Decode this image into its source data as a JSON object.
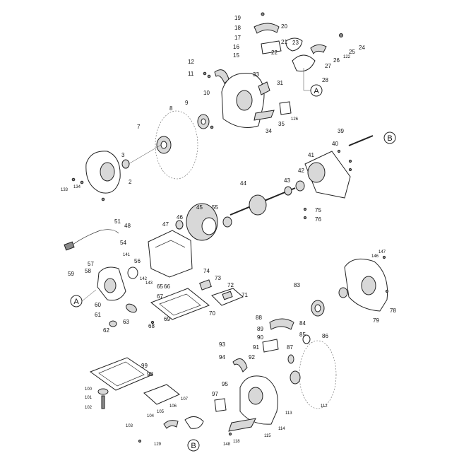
{
  "diagram": {
    "callouts": {
      "a_top": "A",
      "a_left": "A",
      "b_top": "B",
      "b_bottom": "B"
    },
    "labels": {
      "n1": "19",
      "n2": "20",
      "n3": "18",
      "n4": "17",
      "n5": "16",
      "n6": "15",
      "n7": "21",
      "n8": "22",
      "n9": "23",
      "n10": "24",
      "n11": "25",
      "n12": "122",
      "n13": "26",
      "n14": "27",
      "n15": "28",
      "n16": "12",
      "n17": "11",
      "n18": "10",
      "n19": "33",
      "n20": "31",
      "n21": "9",
      "n22": "8",
      "n23": "126",
      "n24": "34",
      "n25": "35",
      "n26": "7",
      "n27": "3",
      "n28": "2",
      "n29": "133",
      "n30": "134",
      "n31": "39",
      "n32": "40",
      "n33": "41",
      "n34": "42",
      "n35": "43",
      "n36": "44",
      "n37": "45",
      "n38": "55",
      "n39": "46",
      "n40": "47",
      "n41": "75",
      "n42": "76",
      "n43": "51",
      "n44": "48",
      "n45": "54",
      "n46": "141",
      "n47": "142",
      "n48": "143",
      "n49": "57",
      "n50": "56",
      "n51": "58",
      "n52": "59",
      "n53": "60",
      "n54": "61",
      "n55": "62",
      "n56": "63",
      "n57": "65",
      "n58": "66",
      "n59": "74",
      "n60": "73",
      "n61": "72",
      "n62": "71",
      "n63": "67",
      "n64": "68",
      "n65": "69",
      "n66": "70",
      "n67": "146",
      "n68": "147",
      "n69": "83",
      "n70": "78",
      "n71": "79",
      "n72": "88",
      "n73": "84",
      "n74": "89",
      "n75": "90",
      "n76": "85",
      "n77": "86",
      "n78": "91",
      "n79": "87",
      "n80": "93",
      "n81": "94",
      "n82": "92",
      "n83": "95",
      "n84": "97",
      "n85": "99",
      "n86": "98",
      "n87": "100",
      "n88": "101",
      "n89": "102",
      "n90": "105",
      "n91": "106",
      "n92": "107",
      "n93": "104",
      "n94": "103",
      "n95": "129",
      "n96": "112",
      "n97": "113",
      "n98": "114",
      "n99": "115",
      "n100": "148",
      "n101": "118"
    }
  }
}
